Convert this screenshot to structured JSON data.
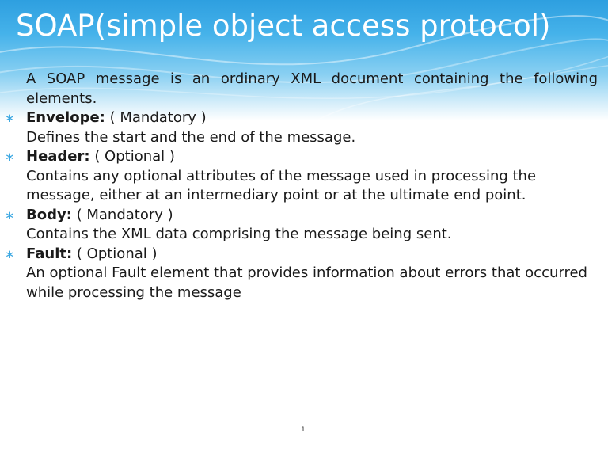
{
  "slide": {
    "title": "SOAP(simple object access protocol)",
    "intro": "A SOAP message is an ordinary XML document containing the following elements.",
    "bullets": [
      {
        "term": "Envelope:",
        "qualifier": " ( Mandatory )",
        "description": "Defines the start and the end of the message."
      },
      {
        "term": "Header:",
        "qualifier": " ( Optional )",
        "description": "Contains any optional attributes of the message used in processing the message, either at an intermediary point or at the ultimate end point."
      },
      {
        "term": "Body:",
        "qualifier": " ( Mandatory )",
        "description": "Contains the XML data comprising the message being sent."
      },
      {
        "term": "Fault:",
        "qualifier": " ( Optional )",
        "description": "An optional Fault element that provides information about errors that occurred while processing the message"
      }
    ],
    "bullet_symbol": "∗",
    "page_number": "1"
  },
  "colors": {
    "title_band": "#2e9fe0",
    "title_text": "#ffffff",
    "bullet": "#3aa7e2",
    "body_text": "#1a1a1a"
  }
}
